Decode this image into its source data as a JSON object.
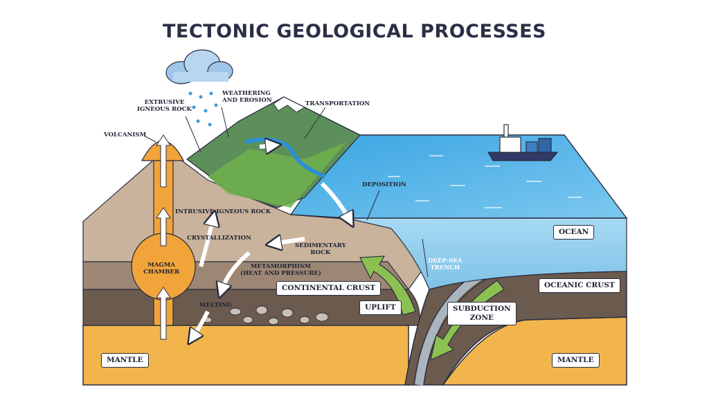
{
  "title": "TECTONIC GEOLOGICAL PROCESSES",
  "labels": {
    "extrusive": "EXTRUSIVE\nIGNEOUS ROCK",
    "weathering": "WEATHERING\nAND EROSION",
    "transportation": "TRANSPORTATION",
    "volcanism": "VOLCANISM",
    "deposition": "DEPOSITION",
    "intrusive": "INTRUSIVE IGNEOUS ROCK",
    "crystallization": "CRYSTALLIZATION",
    "magma": "MAGMA\nCHAMBER",
    "sedimentary": "SEDIMENTARY\nROCK",
    "metamorphism": "METAMORPHISM\n(HEAT AND PRESSURE)",
    "melting": "MELTING",
    "trench": "DEEP-SEA\nTRENCH"
  },
  "boxes": {
    "ocean": "OCEAN",
    "oceanic_crust": "OCEANIC CRUST",
    "continental_crust": "CONTINENTAL CRUST",
    "uplift": "UPLIFT",
    "subduction": "SUBDUCTION\nZONE",
    "mantle_left": "MANTLE",
    "mantle_right": "MANTLE"
  },
  "colors": {
    "title": "#2b2f45",
    "mantle": "#f2b54c",
    "magma": "#f0a43a",
    "rock_light": "#c9b39c",
    "rock_mid": "#9d8674",
    "rock_dark": "#6b5a4e",
    "ocean_surface": "#56b3e6",
    "ocean_side": "#9fd4f0",
    "grass": "#6fb24c",
    "arrow_green": "#8cc152"
  }
}
